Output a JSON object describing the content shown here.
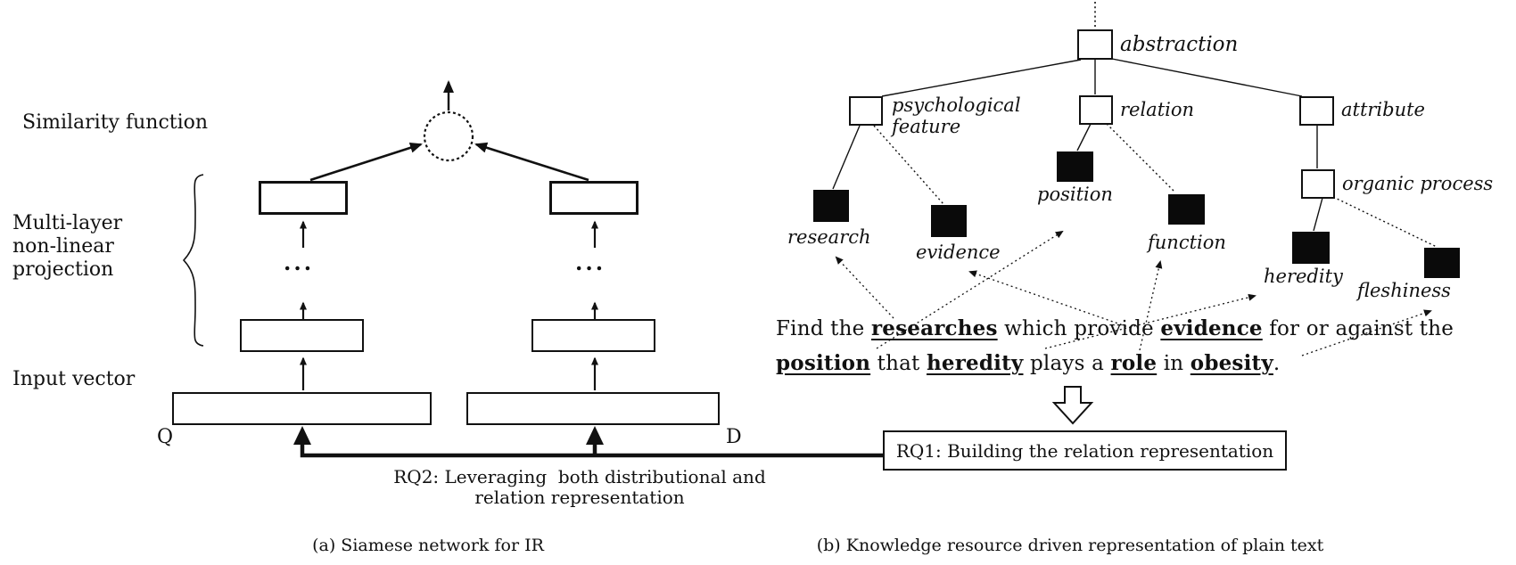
{
  "colors": {
    "ink": "#111111",
    "background": "#ffffff"
  },
  "panel_a": {
    "caption": "(a) Siamese network for IR",
    "similarity_label": "Similarity function",
    "multilayer": {
      "l1": "Multi-layer",
      "l2": "non-linear",
      "l3": "projection"
    },
    "input_vector_label": "Input vector",
    "q_label": "Q",
    "d_label": "D",
    "dots": "...",
    "rq2_line1": "RQ2: Leveraging  both distributional and",
    "rq2_line2": "relation representation"
  },
  "panel_b": {
    "caption": "(b) Knowledge resource driven representation of plain text",
    "rq1_label": "RQ1: Building the relation representation",
    "tree": {
      "abstraction": "abstraction",
      "psychological_feature_line1": "psychological",
      "psychological_feature_line2": "feature",
      "relation": "relation",
      "attribute": "attribute",
      "organic_process": "organic process",
      "research": "research",
      "evidence": "evidence",
      "position": "position",
      "function": "function",
      "heredity": "heredity",
      "fleshiness": "fleshiness"
    },
    "sentence": {
      "l1_1": "Find the ",
      "l1_2": "researches",
      "l1_3": " which provide ",
      "l1_4": "evidence",
      "l1_5": " for or against the",
      "l2_1": "position",
      "l2_2": " that ",
      "l2_3": "heredity",
      "l2_4": " plays a ",
      "l2_5": "role",
      "l2_6": " in ",
      "l2_7": "obesity",
      "l2_8": "."
    }
  }
}
